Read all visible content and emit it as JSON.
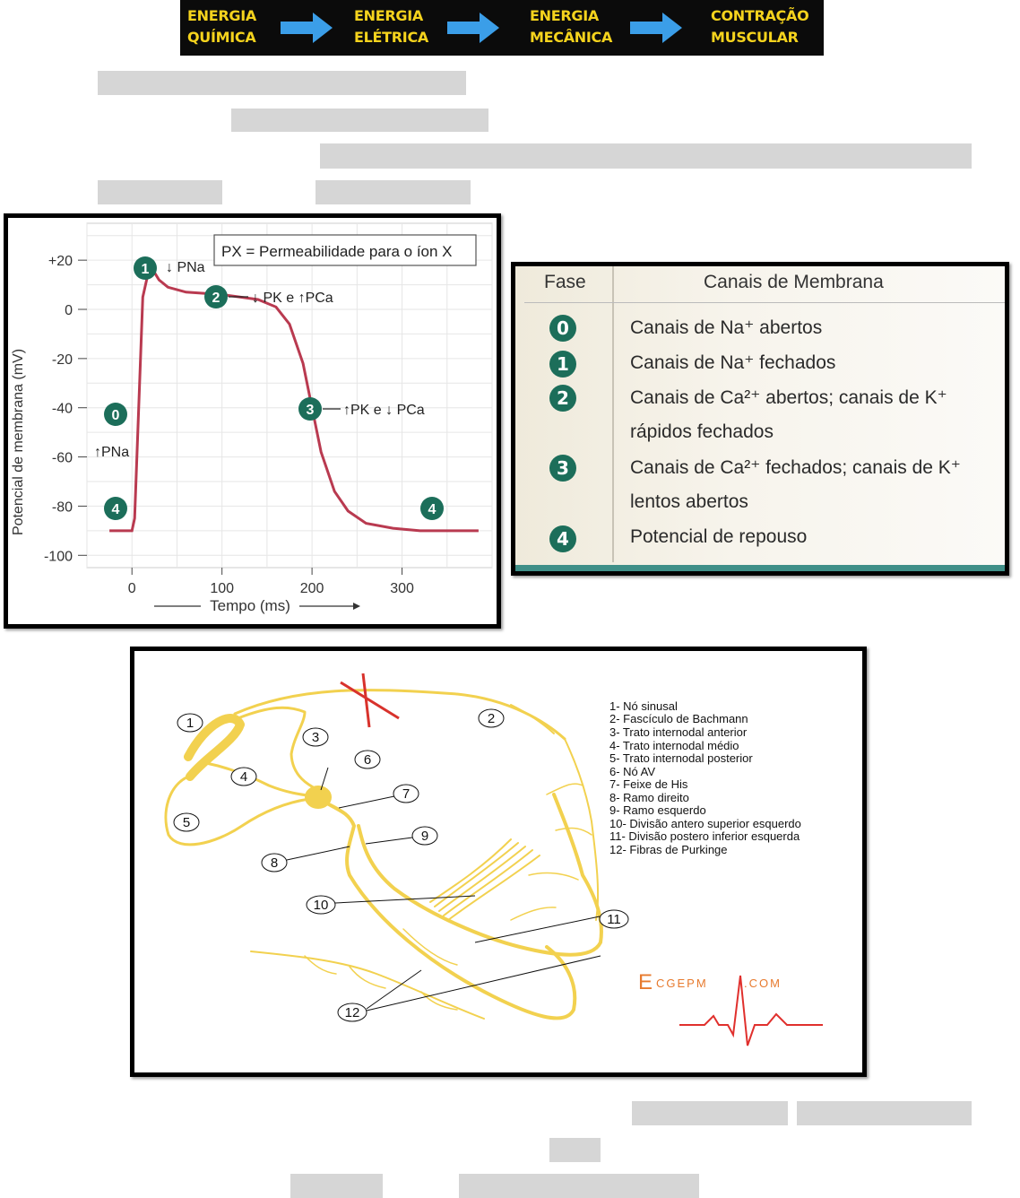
{
  "banner": {
    "steps": [
      "ENERGIA\nQUÍMICA",
      "ENERGIA\nELÉTRICA",
      "ENERGIA\nMECÂNICA",
      "CONTRAÇÃO\nMUSCULAR"
    ],
    "text_color": "#f5d31d",
    "arrow_color": "#3b9ee8",
    "background": "#0b0b0b"
  },
  "chart": {
    "legend_box": "PX = Permeabilidade para o íon X",
    "ylabel": "Potencial de membrana (mV)",
    "xlabel": "Tempo (ms)",
    "curve_color": "#b93a50"
  },
  "chart_data": {
    "type": "line",
    "title": "",
    "xlabel": "Tempo (ms)",
    "ylabel": "Potencial de membrana (mV)",
    "xlim": [
      -50,
      400
    ],
    "ylim": [
      -105,
      35
    ],
    "xticks": [
      "0",
      "100",
      "200",
      "300"
    ],
    "yticks": [
      "+20",
      "0",
      "-20",
      "-40",
      "-60",
      "-80",
      "-100"
    ],
    "grid": true,
    "series": [
      {
        "x": [
          -25,
          0,
          3,
          12,
          20,
          30,
          40,
          60,
          100,
          140,
          160,
          175,
          190,
          200,
          210,
          225,
          240,
          260,
          290,
          320,
          360,
          385
        ],
        "y": [
          -90,
          -90,
          -85,
          5,
          18,
          12,
          9,
          7,
          6,
          4,
          1,
          -6,
          -22,
          -40,
          -58,
          -74,
          -82,
          -87,
          -89,
          -90,
          -90,
          -90
        ]
      }
    ],
    "annotations": [
      {
        "phase": "1",
        "label": "↓ PNa"
      },
      {
        "phase": "2",
        "label": "↓ PK  e  ↑PCa"
      },
      {
        "phase": "3",
        "label": "↑PK  e ↓ PCa"
      },
      {
        "phase": "0",
        "label": "↑PNa"
      },
      {
        "phase": "4",
        "label": ""
      }
    ]
  },
  "phase_table": {
    "header_phase": "Fase",
    "header_channels": "Canais de Membrana",
    "rows": [
      {
        "phase": "0",
        "lines": [
          "Canais de Na⁺ abertos"
        ]
      },
      {
        "phase": "1",
        "lines": [
          "Canais de Na⁺ fechados"
        ]
      },
      {
        "phase": "2",
        "lines": [
          "Canais de Ca²⁺  abertos; canais de K⁺",
          "rápidos fechados"
        ]
      },
      {
        "phase": "3",
        "lines": [
          "Canais de Ca²⁺ fechados; canais de K⁺",
          "lentos abertos"
        ]
      },
      {
        "phase": "4",
        "lines": [
          "Potencial de repouso"
        ]
      }
    ],
    "badge_color": "#1c6e5a"
  },
  "conduction": {
    "legend": [
      "1- Nó sinusal",
      "2- Fascículo de Bachmann",
      "3- Trato internodal anterior",
      "4- Trato internodal médio",
      "5- Trato internodal posterior",
      "6- Nó AV",
      "7- Feixe de His",
      "8- Ramo direito",
      "9- Ramo esquerdo",
      "10- Divisão antero superior esquerdo",
      "11- Divisão postero inferior esquerda",
      "12- Fibras de Purkinge"
    ],
    "callouts": [
      "1",
      "2",
      "3",
      "4",
      "5",
      "6",
      "7",
      "8",
      "9",
      "10",
      "11",
      "12"
    ],
    "watermark_letters": "E",
    "watermark_text": "CGEPM",
    "watermark_suffix": ".COM",
    "fiber_color": "#f2d14f",
    "ecg_color": "#e0302d"
  }
}
